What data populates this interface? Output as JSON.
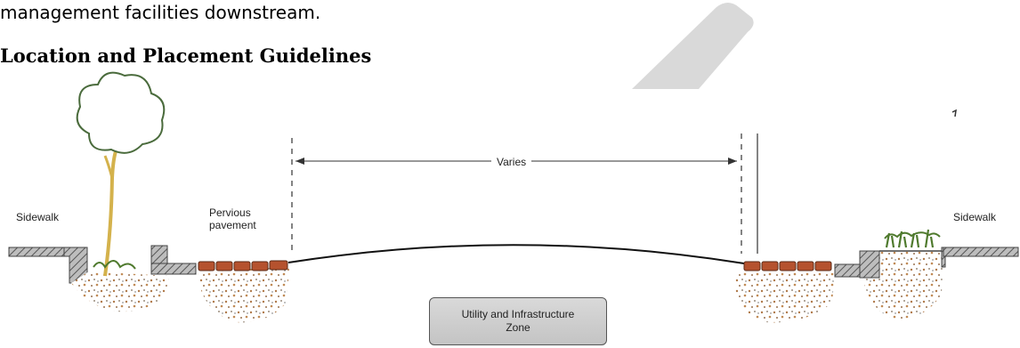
{
  "body_text": "management facilities downstream.",
  "section_heading": "Location and Placement Guidelines",
  "diagram": {
    "label_sidewalk_left": "Sidewalk",
    "label_pervious_line1": "Pervious",
    "label_pervious_line2": "pavement",
    "label_varies": "Varies",
    "label_sidewalk_right": "Sidewalk",
    "zone_line1": "Utility and Infrastructure",
    "zone_line2": "Zone"
  },
  "colors": {
    "paver": "#b5522e",
    "curb": "#8c8c8c",
    "tree_trunk": "#d4b24c",
    "plants": "#4f7a2e",
    "soil_dots": "#b07a4a",
    "zone_fill": "#cfcfcf",
    "swoosh": "#d9d9d9"
  }
}
